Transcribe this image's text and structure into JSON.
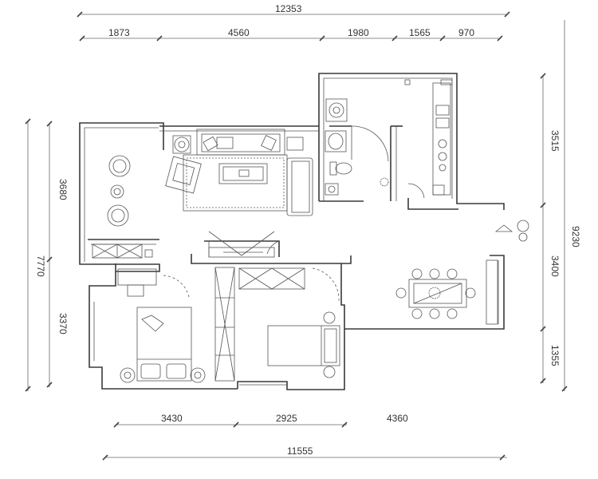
{
  "dimensions": {
    "top_total": "12353",
    "top_segments": [
      "1873",
      "4560",
      "1980",
      "1565",
      "970"
    ],
    "bottom_segments": [
      "3430",
      "2925",
      "4360"
    ],
    "bottom_total": "11555",
    "left_total": "7770",
    "left_segments": [
      "3680",
      "3370"
    ],
    "right_total": "9230",
    "right_segments": [
      "3515",
      "3400",
      "1355"
    ]
  }
}
